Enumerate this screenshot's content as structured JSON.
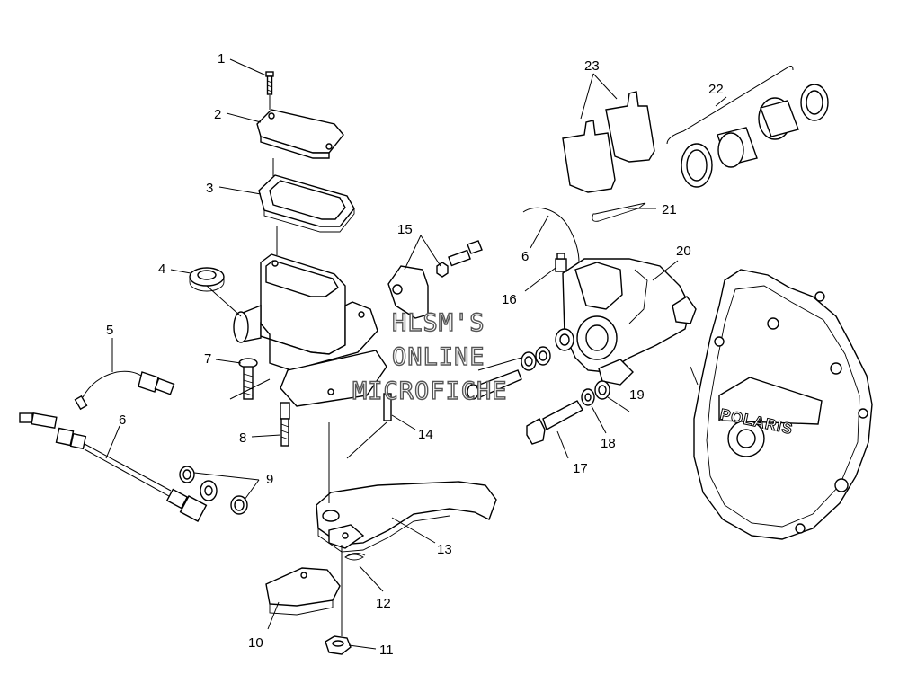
{
  "diagram": {
    "callouts": [
      {
        "id": "c1",
        "text": "1"
      },
      {
        "id": "c2",
        "text": "2"
      },
      {
        "id": "c3",
        "text": "3"
      },
      {
        "id": "c4",
        "text": "4"
      },
      {
        "id": "c5",
        "text": "5"
      },
      {
        "id": "c6a",
        "text": "6"
      },
      {
        "id": "c6b",
        "text": "6"
      },
      {
        "id": "c7",
        "text": "7"
      },
      {
        "id": "c8",
        "text": "8"
      },
      {
        "id": "c9",
        "text": "9"
      },
      {
        "id": "c10",
        "text": "10"
      },
      {
        "id": "c11",
        "text": "11"
      },
      {
        "id": "c12",
        "text": "12"
      },
      {
        "id": "c13",
        "text": "13"
      },
      {
        "id": "c14",
        "text": "14"
      },
      {
        "id": "c15",
        "text": "15"
      },
      {
        "id": "c16",
        "text": "16"
      },
      {
        "id": "c17",
        "text": "17"
      },
      {
        "id": "c18",
        "text": "18"
      },
      {
        "id": "c19",
        "text": "19"
      },
      {
        "id": "c20",
        "text": "20"
      },
      {
        "id": "c21",
        "text": "21"
      },
      {
        "id": "c22",
        "text": "22"
      },
      {
        "id": "c23",
        "text": "23"
      }
    ],
    "watermark": [
      "HLSM'S",
      "ONLINE",
      "MICROFICHE"
    ],
    "brand_logo_text": "POLARIS"
  }
}
